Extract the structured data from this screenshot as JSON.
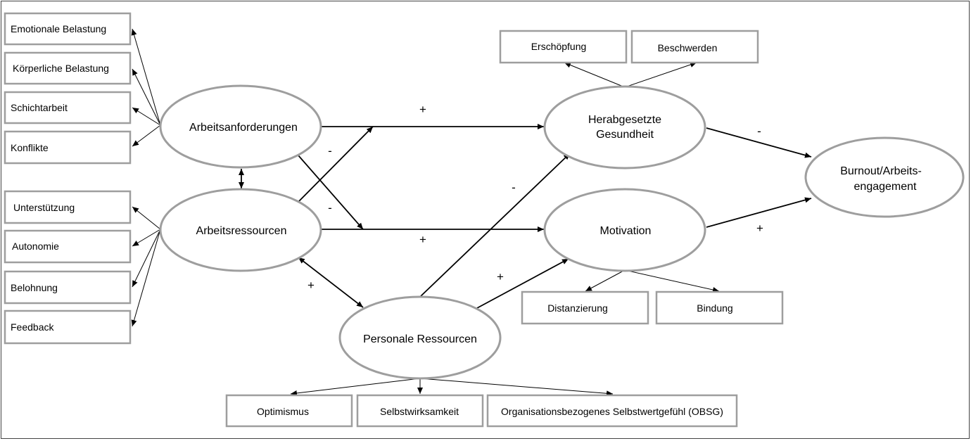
{
  "boxes": {
    "emotionale_belastung": "Emotionale Belastung",
    "koerperliche_belastung": "Körperliche Belastung",
    "schichtarbeit": "Schichtarbeit",
    "konflikte": "Konflikte",
    "unterstuetzung": "Unterstützung",
    "autonomie": "Autonomie",
    "belohnung": "Belohnung",
    "feedback": "Feedback",
    "erschoepfung": "Erschöpfung",
    "beschwerden": "Beschwerden",
    "distanzierung": "Distanzierung",
    "bindung": "Bindung",
    "optimismus": "Optimismus",
    "selbstwirksamkeit": "Selbstwirksamkeit",
    "obsg": "Organisationsbezogenes Selbstwertgefühl (OBSG)"
  },
  "nodes": {
    "arbeitsanforderungen": "Arbeitsanforderungen",
    "arbeitsressourcen": "Arbeitsressourcen",
    "personale_ressourcen": "Personale Ressourcen",
    "herabgesetzte_line1": "Herabgesetzte",
    "herabgesetzte_line2": "Gesundheit",
    "motivation": "Motivation",
    "burnout_line1": "Burnout/Arbeits-",
    "burnout_line2": "engagement"
  },
  "signs": {
    "anf_to_gesundheit": "+",
    "anf_to_motivation": "-",
    "ress_to_gesundheit": "-",
    "ress_to_motivation": "+",
    "pers_to_gesundheit": "-",
    "pers_to_motivation": "+",
    "ress_pers": "+",
    "gesundheit_to_burnout": "-",
    "motivation_to_burnout": "+"
  }
}
